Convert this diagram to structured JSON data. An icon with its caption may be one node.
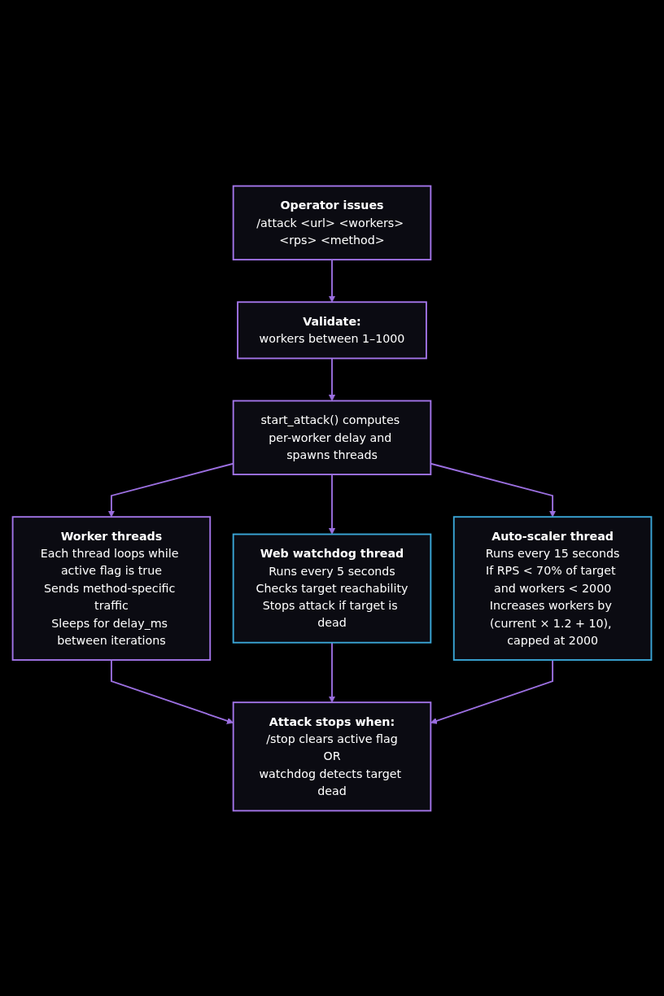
{
  "diagram": {
    "nodes": [
      {
        "text": [
          "Operator issues",
          "/attack <url> <workers> <rps> <method>"
        ]
      },
      {
        "text": [
          "Validate:",
          "workers between 1–1000"
        ]
      },
      {
        "text": [
          "start_attack() computes per-worker delay and spawns threads"
        ]
      },
      {
        "text": [
          "Worker threads",
          "Each thread loops while active flag is true",
          "Sends method-specific traffic",
          "Sleeps for delay_ms between iterations"
        ]
      },
      {
        "text": [
          "Web watchdog thread",
          "Runs every 5 seconds",
          "Checks target reachability",
          "Stops attack if target is dead"
        ]
      },
      {
        "text": [
          "Auto-scaler thread",
          "Runs every 15 seconds",
          "If RPS < 70% of target and workers < 2000",
          "Increases workers by (current × 1.2 + 10), capped at 2000"
        ]
      },
      {
        "text": [
          "Attack stops when:",
          "/stop clears active flag",
          "OR",
          "watchdog detects target dead"
        ]
      }
    ],
    "edges": [
      {
        "from": 0,
        "to": 1,
        "arrow": "to"
      },
      {
        "from": 1,
        "to": 2,
        "arrow": "to"
      },
      {
        "from": 2,
        "to": 3,
        "arrow": "to"
      },
      {
        "from": 2,
        "to": 4,
        "arrow": "to"
      },
      {
        "from": 2,
        "to": 5,
        "arrow": "to"
      },
      {
        "from": 3,
        "to": 6,
        "arrow": "to"
      },
      {
        "from": 4,
        "to": 6,
        "arrow": "to"
      },
      {
        "from": 5,
        "to": 6,
        "arrow": "to"
      }
    ]
  }
}
